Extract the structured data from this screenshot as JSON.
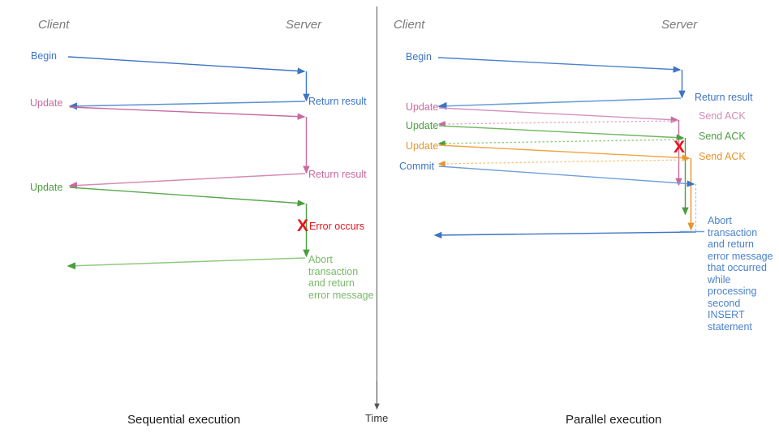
{
  "diagram": {
    "title_left": "Sequential execution",
    "title_right": "Parallel execution",
    "time_axis_label": "Time",
    "colors": {
      "blue": "#3d74c4",
      "blue_light": "#7fa8de",
      "pink": "#c9699e",
      "pink_light": "#dba8c4",
      "green": "#4a9e3f",
      "green_light": "#8fc97f",
      "orange": "#e8952e",
      "orange_light": "#f5c27a",
      "red": "#e8141b",
      "gray": "#7b7b7b",
      "axis": "#555555"
    }
  },
  "left_panel": {
    "name": "Sequential execution",
    "actors": {
      "client": "Client",
      "server": "Server"
    },
    "caption": "Sequential execution",
    "client_messages": [
      {
        "label": "Begin",
        "color": "blue"
      },
      {
        "label": "Update",
        "color": "pink"
      },
      {
        "label": "Update",
        "color": "green"
      }
    ],
    "server_messages": [
      {
        "label": "Return result",
        "color": "blue"
      },
      {
        "label": "Return result",
        "color": "pink"
      },
      {
        "label": "Error occurs",
        "color": "red"
      },
      {
        "label": "Abort\ntransaction\nand return\nerror message",
        "color": "green"
      }
    ],
    "error_marker": "X"
  },
  "right_panel": {
    "name": "Parallel execution",
    "actors": {
      "client": "Client",
      "server": "Server"
    },
    "caption": "Parallel execution",
    "client_messages": [
      {
        "label": "Begin",
        "color": "blue"
      },
      {
        "label": "Update",
        "color": "pink"
      },
      {
        "label": "Update",
        "color": "green"
      },
      {
        "label": "Update",
        "color": "orange"
      },
      {
        "label": "Commit",
        "color": "blue"
      }
    ],
    "server_messages": [
      {
        "label": "Return result",
        "color": "blue"
      },
      {
        "label": "Send ACK",
        "color": "pink"
      },
      {
        "label": "Send ACK",
        "color": "green"
      },
      {
        "label": "Send ACK",
        "color": "orange"
      },
      {
        "label": "Abort\ntransaction\nand return\nerror message\nthat occurred\nwhile\nprocessing\nsecond\nINSERT\nstatement",
        "color": "blue"
      }
    ],
    "error_marker": "X"
  }
}
